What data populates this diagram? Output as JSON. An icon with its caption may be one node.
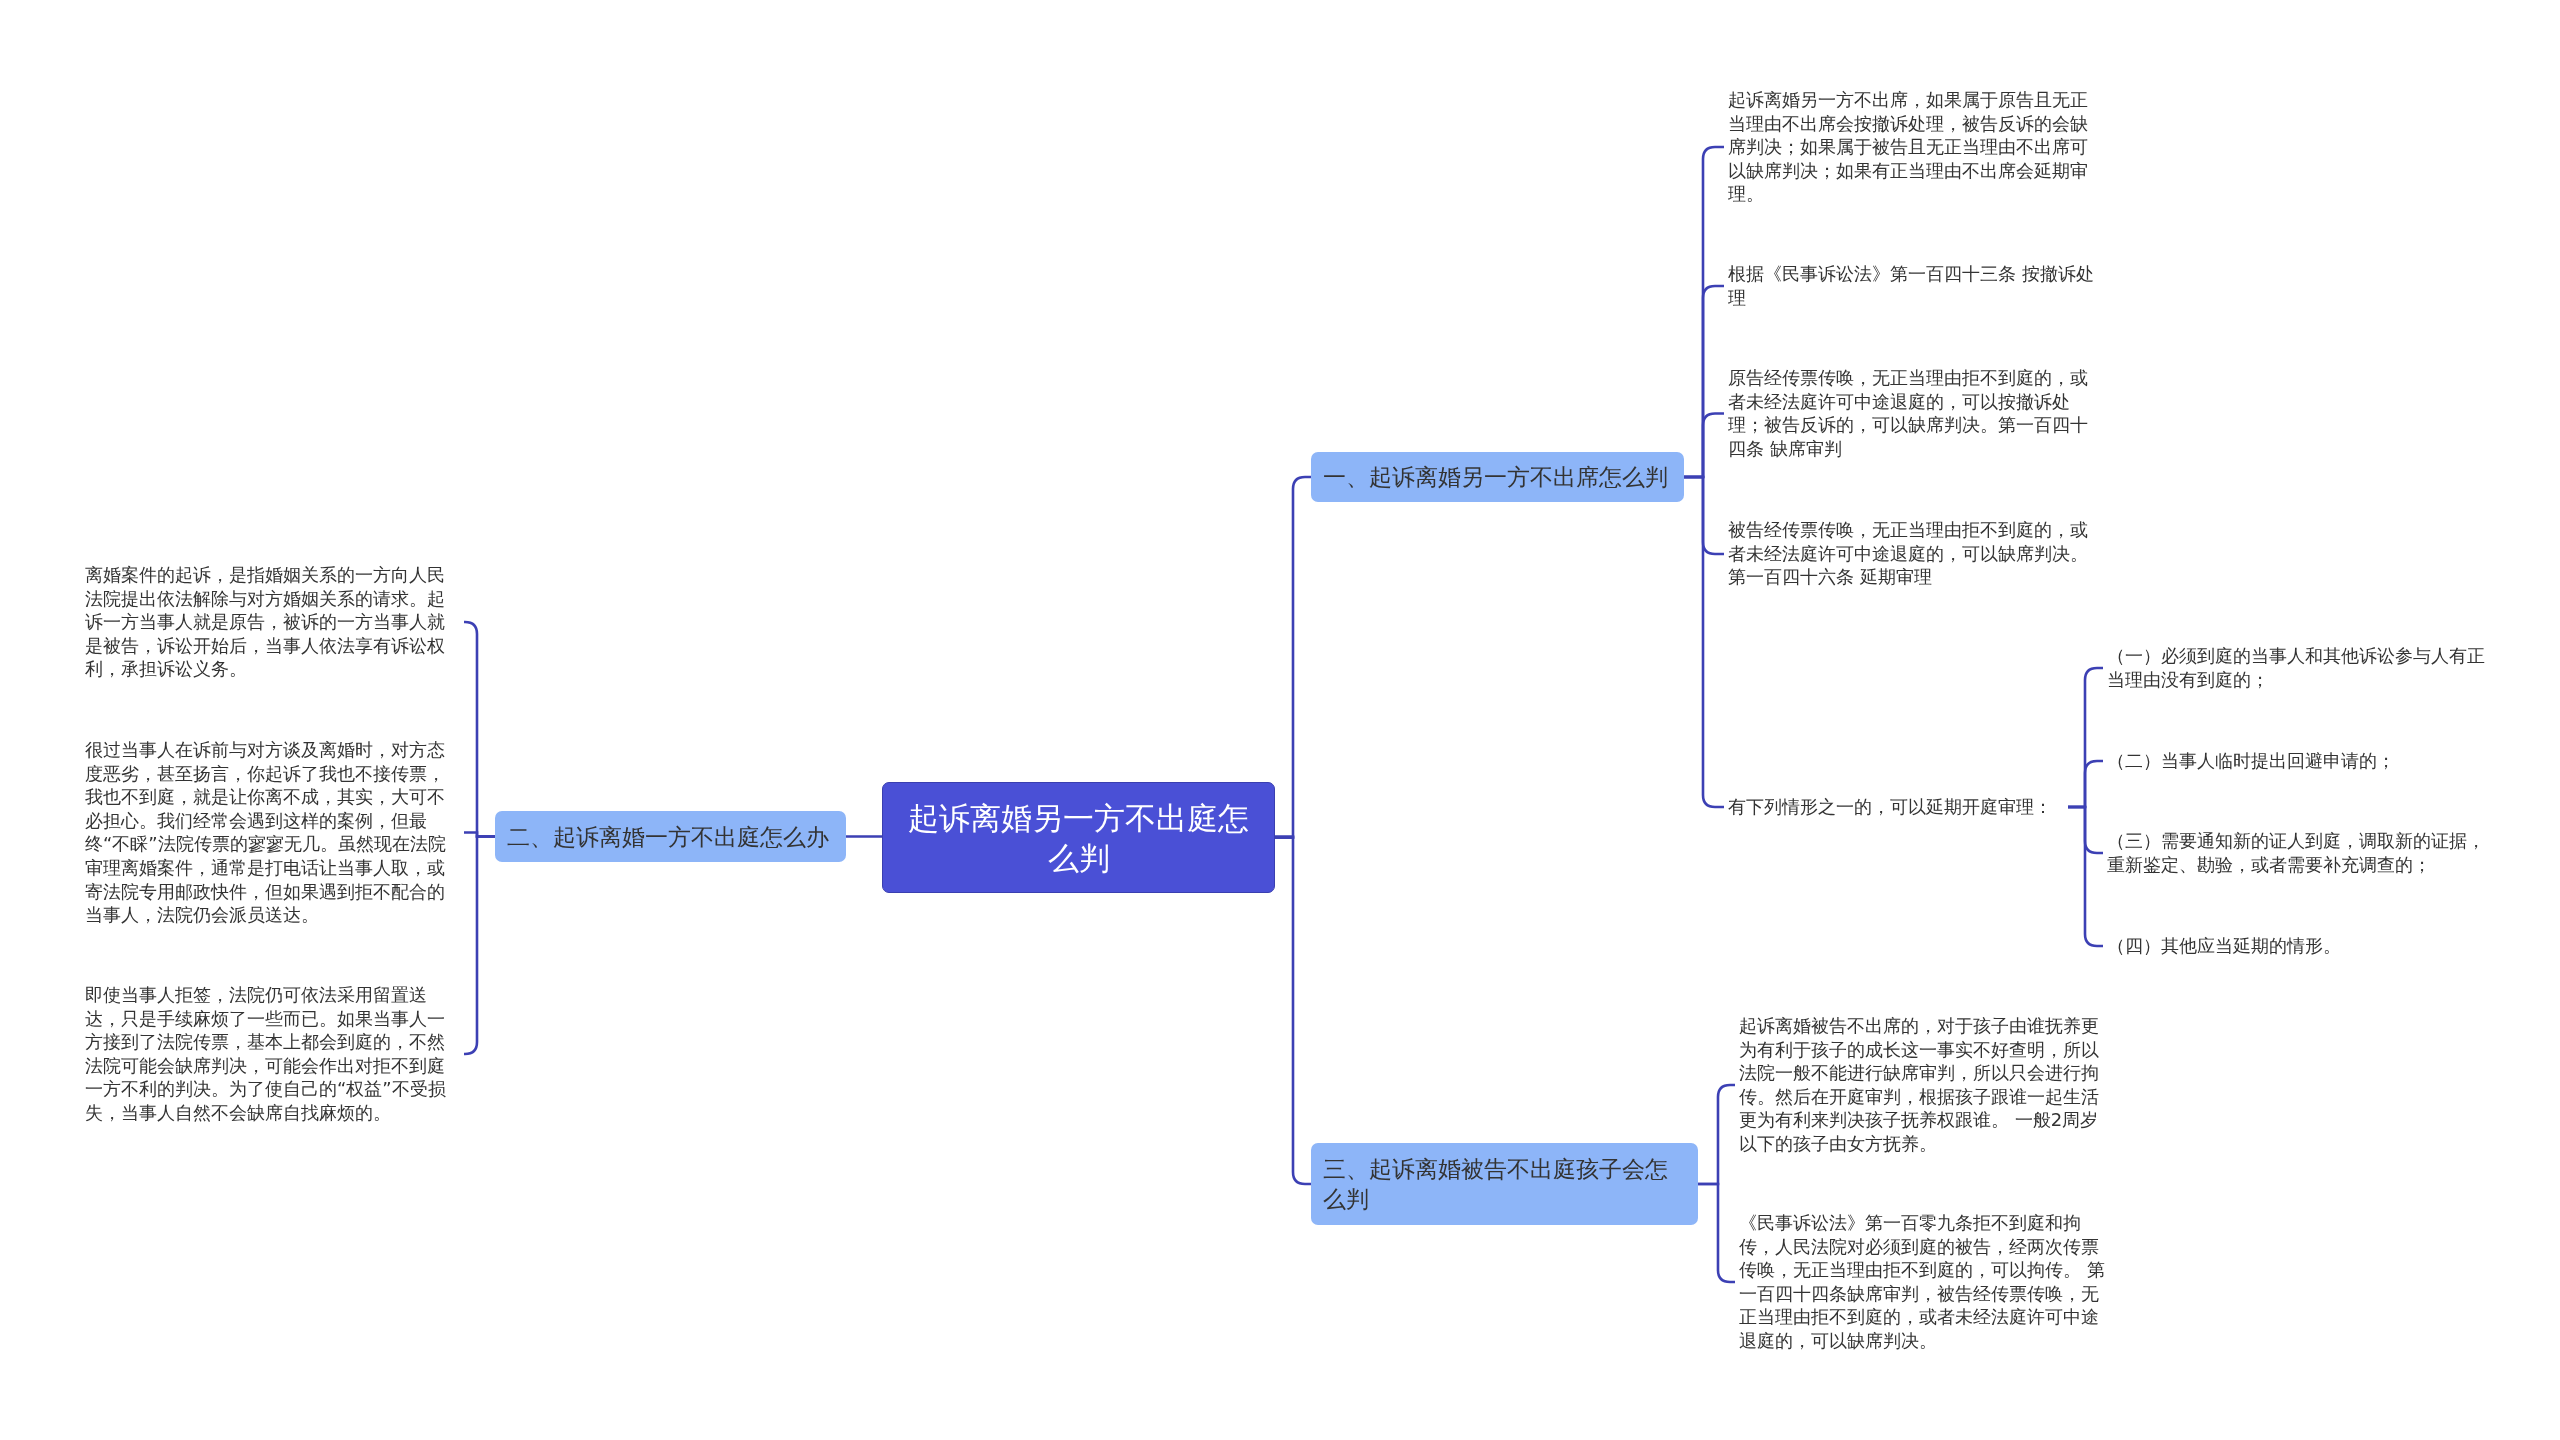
{
  "diagram": {
    "nodes": [
      {
        "text": [
          "起诉离婚另一方不出庭怎么判"
        ]
      },
      {
        "text": [
          "一、起诉离婚另一方不出席怎么判"
        ]
      },
      {
        "text": [
          "起诉离婚另一方不出席，如果属于原告且无正当理由不出席会按撤诉处理，被告反诉的会缺席判决；如果属于被告且无正当理由不出席可以缺席判决；如果有正当理由不出席会延期审理。"
        ]
      },
      {
        "text": [
          "根据《民事诉讼法》第一百四十三条 按撤诉处理"
        ]
      },
      {
        "text": [
          "原告经传票传唤，无正当理由拒不到庭的，或者未经法庭许可中途退庭的，可以按撤诉处理；被告反诉的，可以缺席判决。第一百四十四条 缺席审判"
        ]
      },
      {
        "text": [
          "被告经传票传唤，无正当理由拒不到庭的，或者未经法庭许可中途退庭的，可以缺席判决。第一百四十六条 延期审理"
        ]
      },
      {
        "text": [
          "有下列情形之一的，可以延期开庭审理："
        ]
      },
      {
        "text": [
          "（一）必须到庭的当事人和其他诉讼参与人有正当理由没有到庭的；"
        ]
      },
      {
        "text": [
          "（二）当事人临时提出回避申请的；"
        ]
      },
      {
        "text": [
          "（三）需要通知新的证人到庭，调取新的证据，重新鉴定、勘验，或者需要补充调查的；"
        ]
      },
      {
        "text": [
          "（四）其他应当延期的情形。"
        ]
      },
      {
        "text": [
          "二、起诉离婚一方不出庭怎么办"
        ]
      },
      {
        "text": [
          "离婚案件的起诉，是指婚姻关系的一方向人民法院提出依法解除与对方婚姻关系的请求。起诉一方当事人就是原告，被诉的一方当事人就是被告，诉讼开始后，当事人依法享有诉讼权利，承担诉讼义务。"
        ]
      },
      {
        "text": [
          "很过当事人在诉前与对方谈及离婚时，对方态度恶劣，甚至扬言，你起诉了我也不接传票，我也不到庭，就是让你离不成，其实，大可不必担心。我们经常会遇到这样的案例，但最终“不睬”法院传票的寥寥无几。虽然现在法院审理离婚案件，通常是打电话让当事人取，或寄法院专用邮政快件，但如果遇到拒不配合的当事人，法院仍会派员送达。"
        ]
      },
      {
        "text": [
          "即使当事人拒签，法院仍可依法采用留置送达，只是手续麻烦了一些而已。如果当事人一方接到了法院传票，基本上都会到庭的，不然法院可能会缺席判决，可能会作出对拒不到庭一方不利的判决。为了使自己的“权益”不受损失，当事人自然不会缺席自找麻烦的。"
        ]
      },
      {
        "text": [
          "三、起诉离婚被告不出庭孩子会怎么判"
        ]
      },
      {
        "text": [
          "起诉离婚被告不出席的，对于孩子由谁抚养更为有利于孩子的成长这一事实不好查明，所以法院一般不能进行缺席审判，所以只会进行拘传。然后在开庭审判，根据孩子跟谁一起生活更为有利来判决孩子抚养权跟谁。 一般2周岁以下的孩子由女方抚养。"
        ]
      },
      {
        "text": [
          "《民事诉讼法》第一百零九条拒不到庭和拘传，人民法院对必须到庭的被告，经两次传票传唤，无正当理由拒不到庭的，可以拘传。 第一百四十四条缺席审判，被告经传票传唤，无正当理由拒不到庭的，或者未经法庭许可中途退庭的，可以缺席判决。"
        ]
      }
    ],
    "edges": [
      {
        "from": 0,
        "to": 1,
        "arrow": "none"
      },
      {
        "from": 1,
        "to": 2,
        "arrow": "none"
      },
      {
        "from": 1,
        "to": 3,
        "arrow": "none"
      },
      {
        "from": 1,
        "to": 4,
        "arrow": "none"
      },
      {
        "from": 1,
        "to": 5,
        "arrow": "none"
      },
      {
        "from": 1,
        "to": 6,
        "arrow": "none"
      },
      {
        "from": 6,
        "to": 7,
        "arrow": "none"
      },
      {
        "from": 6,
        "to": 8,
        "arrow": "none"
      },
      {
        "from": 6,
        "to": 9,
        "arrow": "none"
      },
      {
        "from": 6,
        "to": 10,
        "arrow": "none"
      },
      {
        "from": 0,
        "to": 11,
        "arrow": "none"
      },
      {
        "from": 11,
        "to": 12,
        "arrow": "none"
      },
      {
        "from": 11,
        "to": 13,
        "arrow": "none"
      },
      {
        "from": 11,
        "to": 14,
        "arrow": "none"
      },
      {
        "from": 0,
        "to": 15,
        "arrow": "none"
      },
      {
        "from": 15,
        "to": 16,
        "arrow": "none"
      },
      {
        "from": 15,
        "to": 17,
        "arrow": "none"
      }
    ]
  }
}
